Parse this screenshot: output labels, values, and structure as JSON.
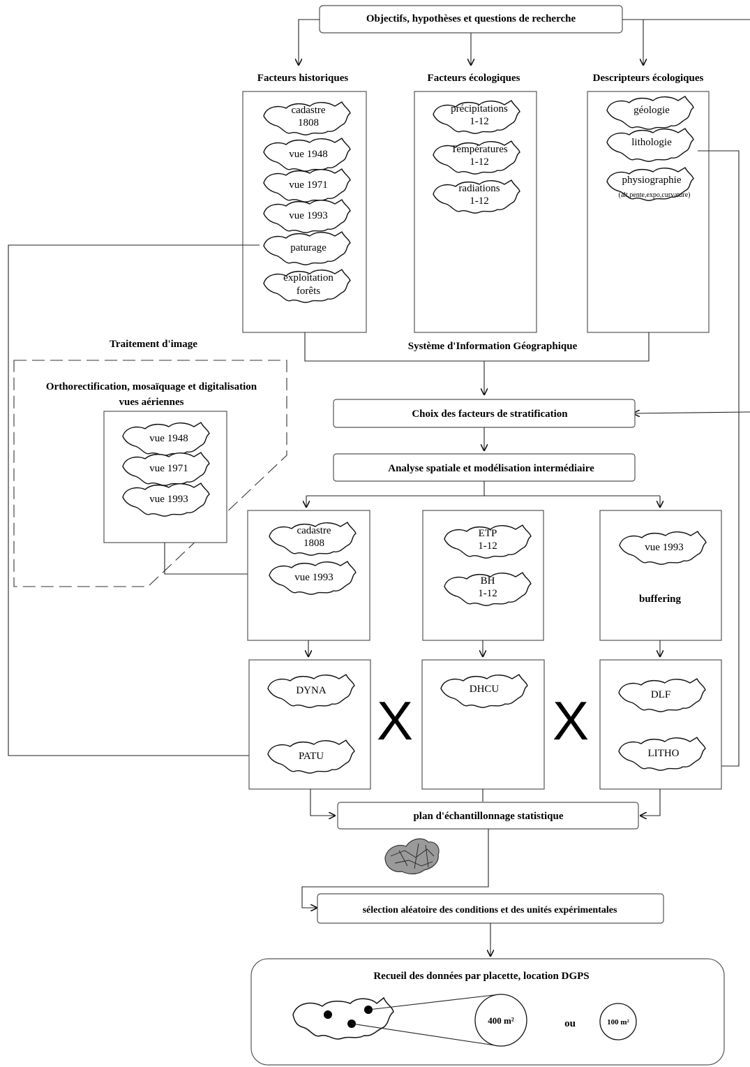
{
  "top_box": "Objectifs, hypothèses et questions de recherche",
  "headers": {
    "historical": "Facteurs historiques",
    "ecological": "Facteurs écologiques",
    "descriptors": "Descripteurs écologiques"
  },
  "historical_items": [
    [
      "cadastre",
      "1808"
    ],
    [
      "vue 1948"
    ],
    [
      "vue 1971"
    ],
    [
      "vue 1993"
    ],
    [
      "paturage"
    ],
    [
      "exploitation",
      "forêts"
    ]
  ],
  "ecological_items": [
    [
      "précipitations",
      "1-12"
    ],
    [
      "Températures",
      "1-12"
    ],
    [
      "radiations",
      "1-12"
    ]
  ],
  "descriptor_items": {
    "geologie": "géologie",
    "lithologie": "lithologie",
    "physiographie": "physiographie",
    "physio_detail": "(alt,pente,expo,curvature)"
  },
  "sig_label": "Système d'Information Géographique",
  "image_processing": {
    "title": "Traitement d'image",
    "subtitle_line1": "Orthorectification, mosaïquage et digitalisation",
    "subtitle_line2": "vues aériennes",
    "items": [
      "vue 1948",
      "vue 1971",
      "vue 1993"
    ]
  },
  "choix": "Choix des facteurs de stratification",
  "analyse": "Analyse spatiale et modélisation intermédiaire",
  "mid_left_items": [
    [
      "cadastre",
      "1808"
    ],
    [
      "vue 1993"
    ]
  ],
  "mid_center_items": [
    [
      "ETP",
      "1-12"
    ],
    [
      "BH",
      "1-12"
    ]
  ],
  "mid_right_items": {
    "blob": "vue 1993",
    "label": "buffering"
  },
  "bottom_left_items": [
    "DYNA",
    "PATU"
  ],
  "bottom_center_items": [
    "DHCU"
  ],
  "bottom_right_items": [
    "DLF",
    "LITHO"
  ],
  "cross_symbol": "X",
  "plan": "plan d'échantillonnage statistique",
  "selection": "sélection aléatoire des conditions et des unités expérimentales",
  "recueil": {
    "title": "Recueil des données par placette, location DGPS",
    "circle_large": "400 m²",
    "or_label": "ou",
    "circle_small": "100 m²"
  }
}
